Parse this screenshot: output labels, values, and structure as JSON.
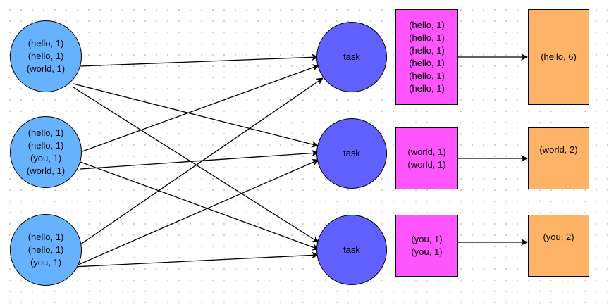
{
  "colors": {
    "input_fill": "#66b2ff",
    "task_fill": "#6060ff",
    "group_fill": "#ff55ff",
    "result_fill": "#ffb366",
    "stroke": "#000000"
  },
  "inputs": [
    {
      "lines": [
        "(hello, 1)",
        "(hello, 1)",
        "(world, 1)"
      ]
    },
    {
      "lines": [
        "(hello, 1)",
        "(hello, 1)",
        "(you, 1)",
        "(world, 1)"
      ]
    },
    {
      "lines": [
        "(hello, 1)",
        "(hello, 1)",
        "(you, 1)"
      ]
    }
  ],
  "tasks": [
    {
      "label": "task"
    },
    {
      "label": "task"
    },
    {
      "label": "task"
    }
  ],
  "groups": [
    {
      "lines": [
        "(hello, 1)",
        "(hello, 1)",
        "(hello, 1)",
        "(hello, 1)",
        "(hello, 1)",
        "(hello, 1)"
      ]
    },
    {
      "lines": [
        "(world, 1)",
        "(world, 1)"
      ]
    },
    {
      "lines": [
        "(you, 1)",
        "(you, 1)"
      ]
    }
  ],
  "results": [
    {
      "label": "(hello, 6)"
    },
    {
      "label": "(world, 2)"
    },
    {
      "label": "(you, 2)"
    }
  ]
}
